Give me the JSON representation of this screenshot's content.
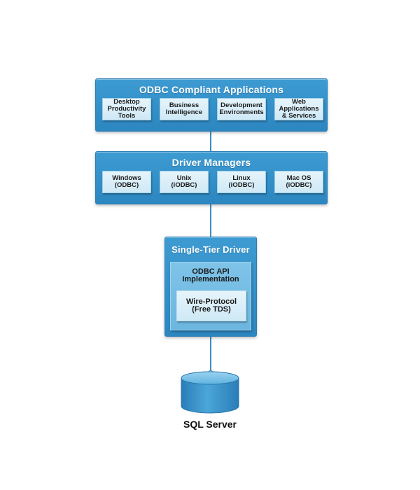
{
  "tiers": {
    "applications": {
      "title": "ODBC Compliant Applications",
      "items": [
        {
          "label": "Desktop\nProductivity\nTools"
        },
        {
          "label": "Business\nIntelligence"
        },
        {
          "label": "Development\nEnvironments"
        },
        {
          "label": "Web\nApplications\n& Services"
        }
      ]
    },
    "driver_managers": {
      "title": "Driver Managers",
      "items": [
        {
          "label": "Windows\n(ODBC)"
        },
        {
          "label": "Unix\n(iODBC)"
        },
        {
          "label": "Linux\n(iODBC)"
        },
        {
          "label": "Mac OS\n(iODBC)"
        }
      ]
    },
    "driver": {
      "title": "Single-Tier Driver",
      "api_label": "ODBC API\nImplementation",
      "protocol_label": "Wire-Protocol\n(Free TDS)"
    }
  },
  "database": {
    "label": "SQL Server",
    "icon": "database-cylinder-icon"
  },
  "colors": {
    "panel": "#2c86c0",
    "cell": "#d9eef8",
    "connector": "#3a8fc4"
  }
}
